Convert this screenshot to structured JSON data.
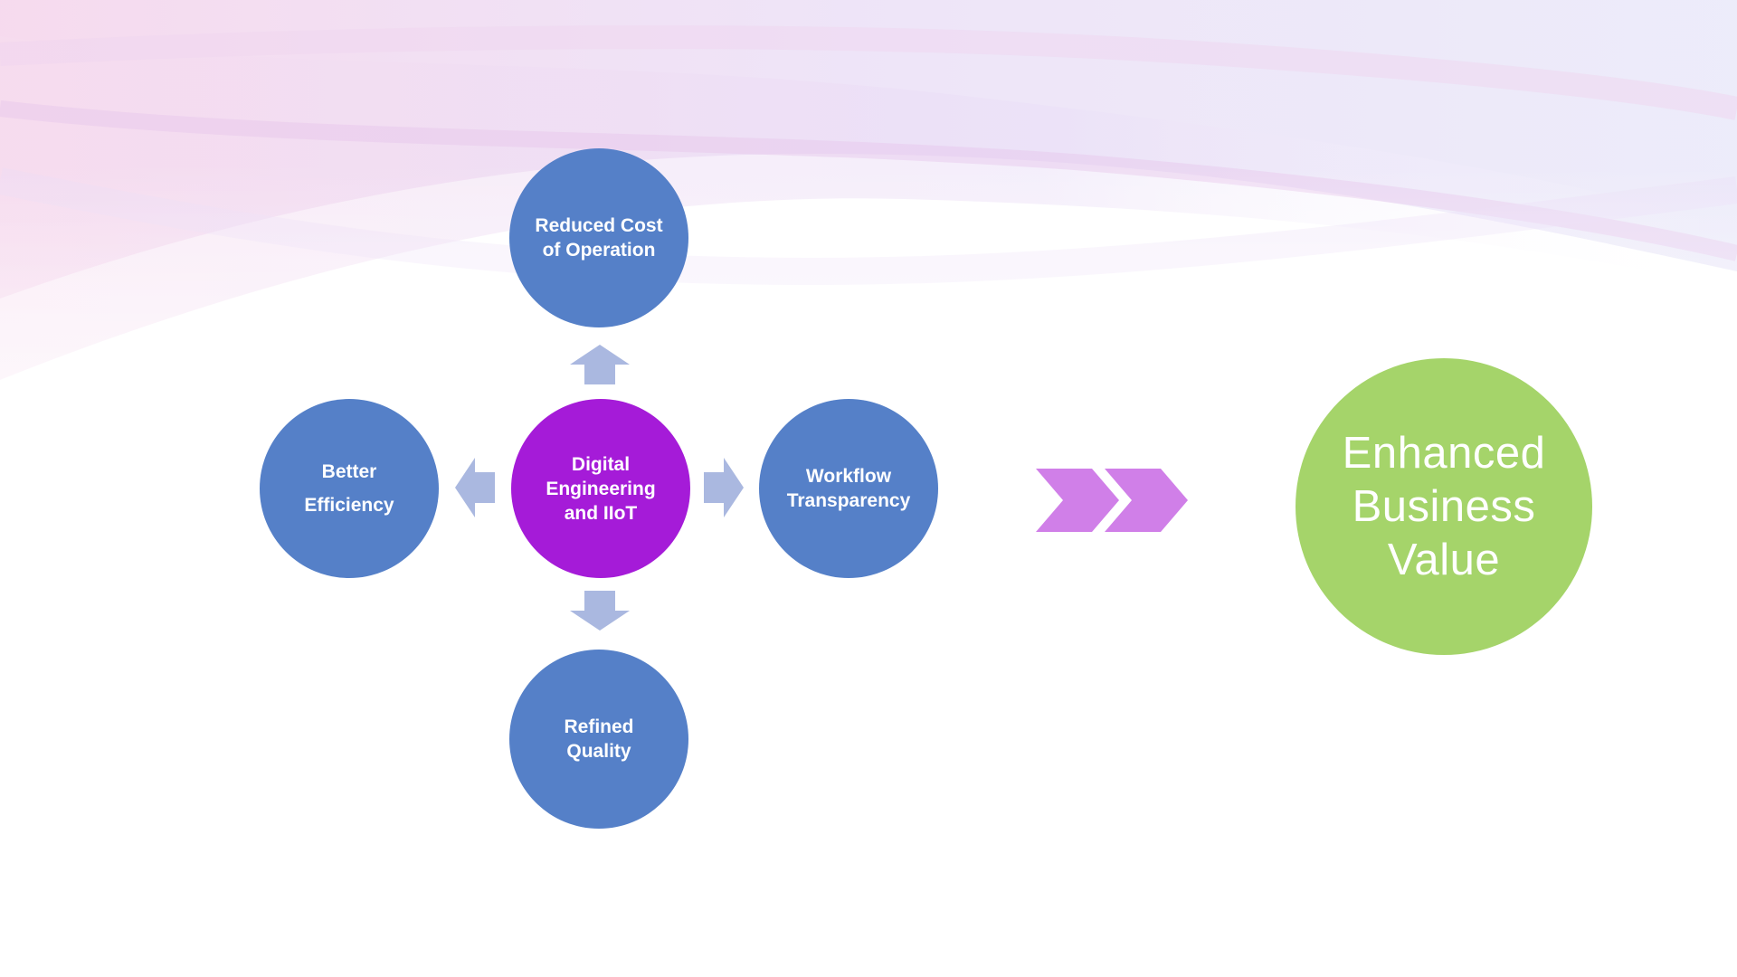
{
  "diagram": {
    "center": {
      "label": "Digital\nEngineering\nand IIoT"
    },
    "top": {
      "label": "Reduced Cost\nof Operation"
    },
    "left": {
      "label": "Better\nEfficiency"
    },
    "right": {
      "label": "Workflow\nTransparency"
    },
    "bottom": {
      "label": "Refined\nQuality"
    },
    "result": {
      "label": "Enhanced\nBusiness\nValue"
    }
  },
  "colors": {
    "benefit_nodes": "#5580c8",
    "center_node": "#a51bd8",
    "result_node": "#a5d46a",
    "arrows": "#aab8e0",
    "chevrons": "#d07fe8"
  },
  "icons": {
    "arrow_up": "arrow-up-icon",
    "arrow_down": "arrow-down-icon",
    "arrow_left": "arrow-left-icon",
    "arrow_right": "arrow-right-icon",
    "chevrons": "double-chevron-right-icon"
  }
}
